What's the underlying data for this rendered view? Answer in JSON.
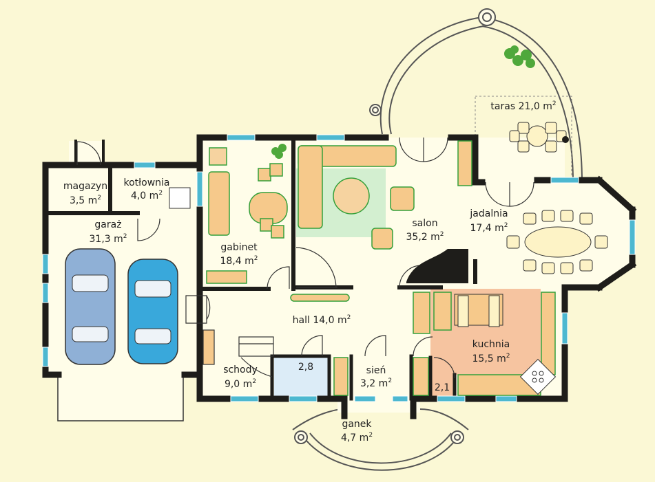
{
  "colors": {
    "background": "#fbf8d5",
    "wall": "#1e1d1a",
    "floor": "#fffde9",
    "window": "#4db8d0",
    "furniture": "#f6c98b",
    "furniture_stroke": "#35a03a",
    "rug": "#d3efd0",
    "kitchen_floor": "#f6c4a0",
    "bath_floor": "#dcecf7",
    "car_left": "#8fb0d6",
    "car_right": "#39a8db",
    "chair": "#fdf3c6",
    "plant": "#4fa83b"
  },
  "rooms": [
    {
      "id": "magazyn",
      "name": "magazyn",
      "area": "3,5 m",
      "sup": "2"
    },
    {
      "id": "kotlownia",
      "name": "kotłownia",
      "area": "4,0 m",
      "sup": "2"
    },
    {
      "id": "garaz",
      "name": "garaż",
      "area": "31,3 m",
      "sup": "2"
    },
    {
      "id": "gabinet",
      "name": "gabinet",
      "area": "18,4 m",
      "sup": "2"
    },
    {
      "id": "salon",
      "name": "salon",
      "area": "35,2 m",
      "sup": "2"
    },
    {
      "id": "jadalnia",
      "name": "jadalnia",
      "area": "17,4 m",
      "sup": "2"
    },
    {
      "id": "taras",
      "name": "taras 21,0 m",
      "area": "",
      "sup": "2"
    },
    {
      "id": "hall",
      "name": "hall 14,0 m",
      "area": "",
      "sup": "2"
    },
    {
      "id": "kuchnia",
      "name": "kuchnia",
      "area": "15,5 m",
      "sup": "2"
    },
    {
      "id": "schody",
      "name": "schody",
      "area": "9,0 m",
      "sup": "2"
    },
    {
      "id": "wc",
      "name": "2,8",
      "area": "",
      "sup": ""
    },
    {
      "id": "sien",
      "name": "sień",
      "area": "3,2 m",
      "sup": "2"
    },
    {
      "id": "spizarnia",
      "name": "2,1",
      "area": "",
      "sup": ""
    },
    {
      "id": "ganek",
      "name": "ganek",
      "area": "4,7 m",
      "sup": "2"
    }
  ]
}
